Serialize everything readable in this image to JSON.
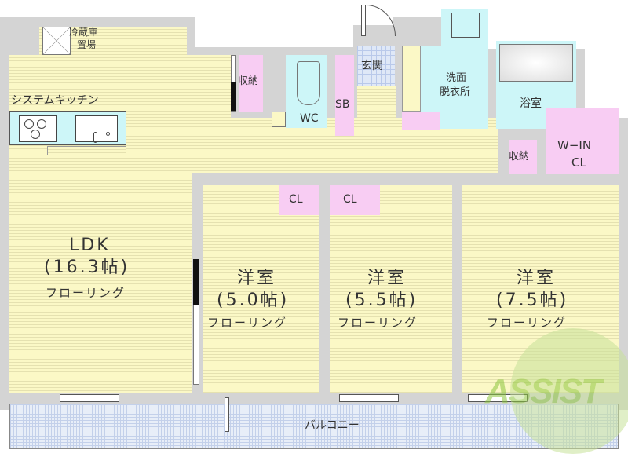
{
  "floorplan": {
    "rooms": [
      {
        "id": "ldk",
        "name": "LDK",
        "size": "(16.3帖)",
        "floor": "フローリング"
      },
      {
        "id": "western1",
        "name": "洋室",
        "size": "(5.0帖)",
        "floor": "フローリング"
      },
      {
        "id": "western2",
        "name": "洋室",
        "size": "(5.5帖)",
        "floor": "フローリング"
      },
      {
        "id": "western3",
        "name": "洋室",
        "size": "(7.5帖)",
        "floor": "フローリング"
      }
    ],
    "labels": {
      "fridge_line1": "冷蔵庫",
      "fridge_line2": "置場",
      "kitchen": "システムキッチン",
      "storage1": "収納",
      "wc": "WC",
      "sb": "SB",
      "entrance": "玄関",
      "washroom_line1": "洗面",
      "washroom_line2": "脱衣所",
      "bathroom": "浴室",
      "storage2": "収納",
      "wic_line1": "W−IN",
      "wic_line2": "CL",
      "cl1": "CL",
      "cl2": "CL",
      "balcony": "バルコニー"
    },
    "watermark": "ASSIST",
    "colors": {
      "floor": "#fbf8c6",
      "wet_area": "#cdf6f8",
      "closet": "#f8cdf3",
      "wall": "#d4d4d4",
      "watermark": "#8dc63f"
    }
  }
}
